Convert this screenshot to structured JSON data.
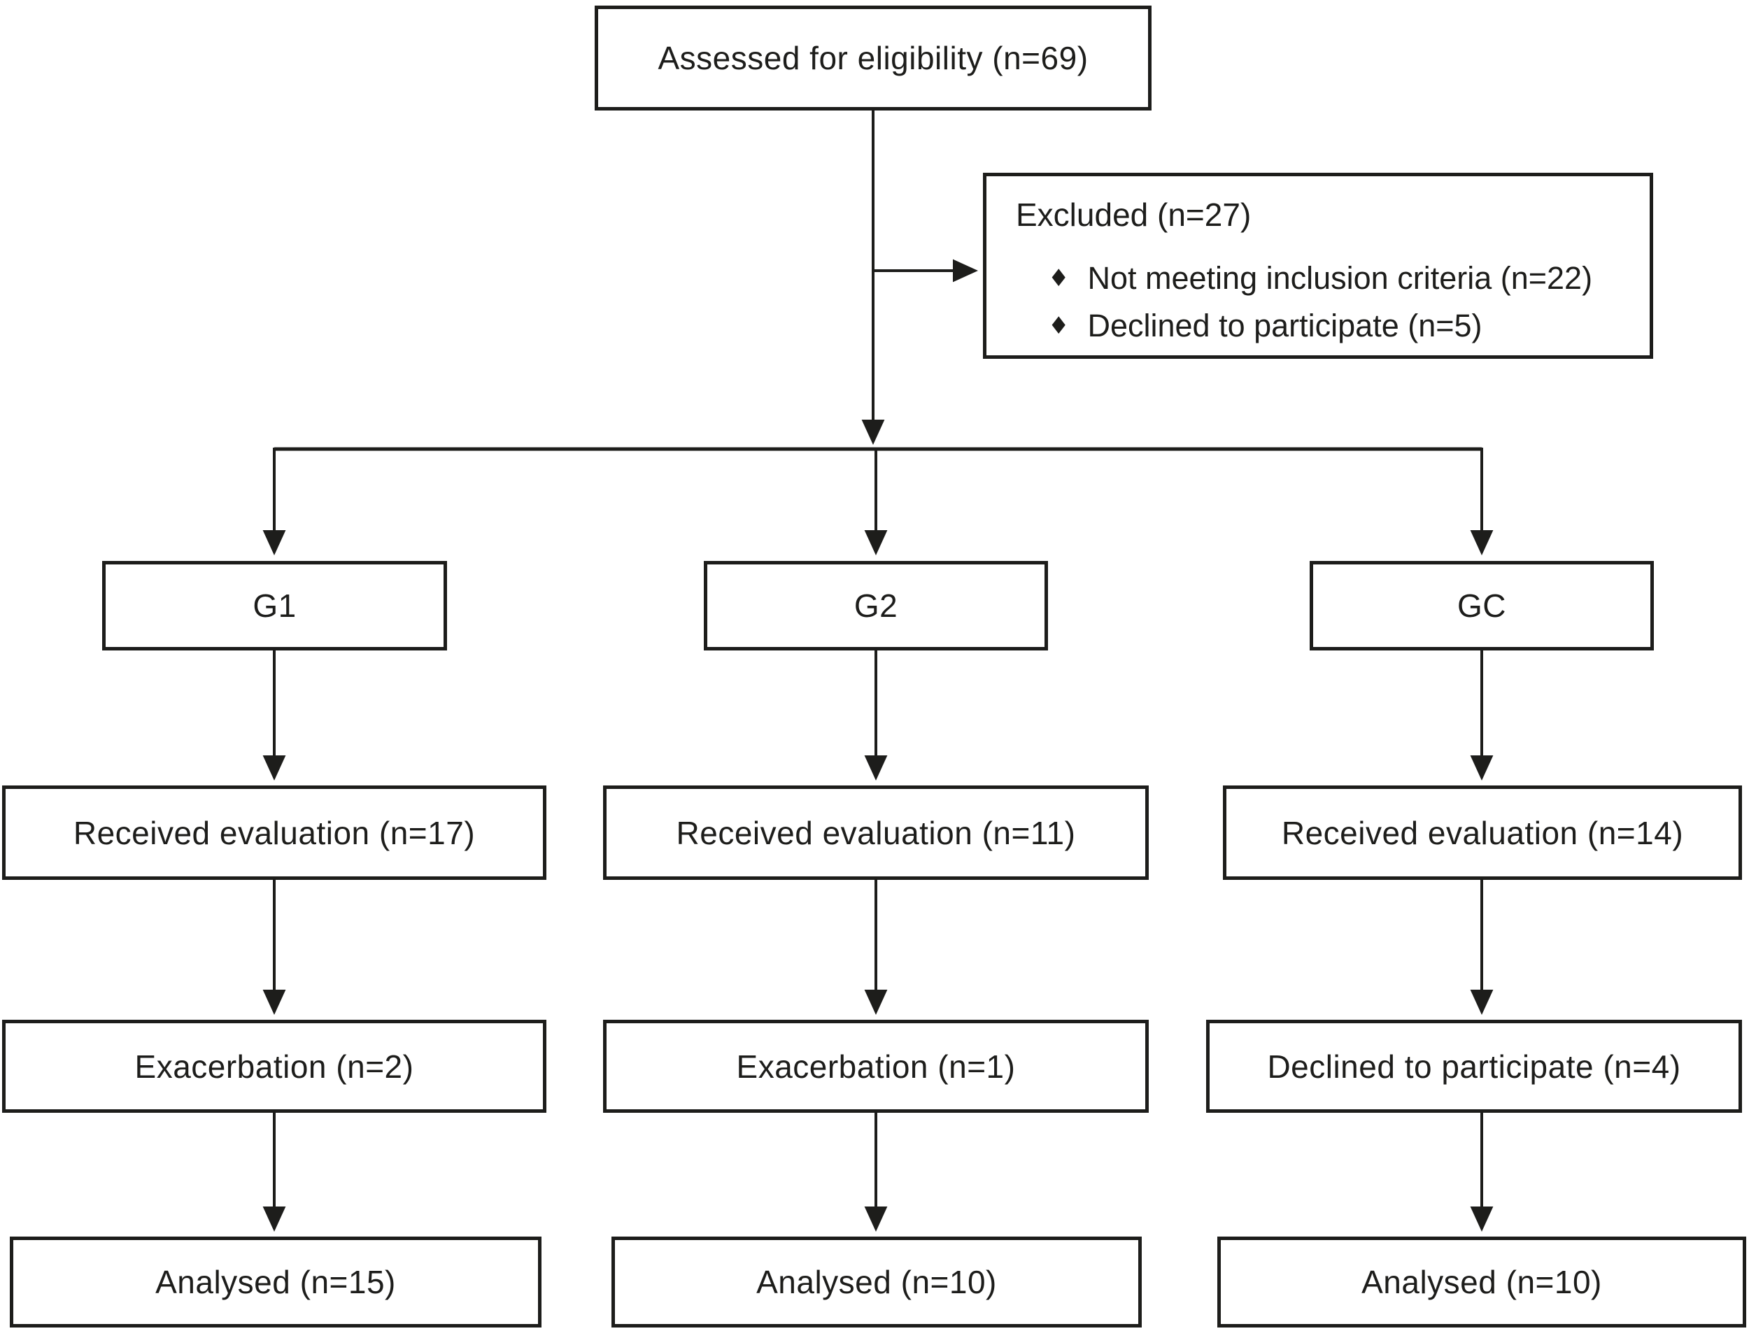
{
  "flow": {
    "nodes": {
      "assessed": "Assessed for eligibility (n=69)",
      "g1": "G1",
      "g2": "G2",
      "gc": "GC",
      "g1_received": "Received evaluation (n=17)",
      "g2_received": "Received evaluation (n=11)",
      "gc_received": "Received evaluation (n=14)",
      "g1_dropout": "Exacerbation (n=2)",
      "g2_dropout": "Exacerbation (n=1)",
      "gc_dropout": "Declined to participate (n=4)",
      "g1_analysed": "Analysed (n=15)",
      "g2_analysed": "Analysed (n=10)",
      "gc_analysed": "Analysed (n=10)"
    },
    "excluded": {
      "title": "Excluded (n=27)",
      "bullet": "♦",
      "items": [
        "Not meeting inclusion criteria (n=22)",
        "Declined to participate (n=5)"
      ]
    },
    "colors": {
      "line": "#1d1d1b",
      "background": "#ffffff"
    }
  }
}
